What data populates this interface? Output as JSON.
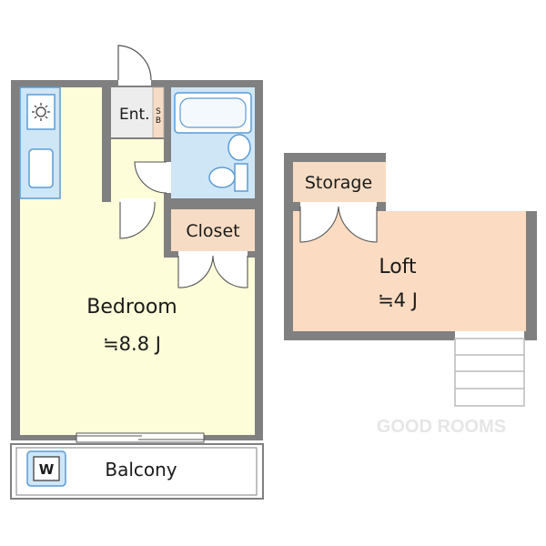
{
  "rooms": {
    "bedroom": {
      "name": "Bedroom",
      "size": "≒8.8 J"
    },
    "entrance": {
      "name": "Ent.",
      "shoe_box": "S\nB"
    },
    "closet": {
      "name": "Closet"
    },
    "balcony": {
      "name": "Balcony"
    },
    "washer": {
      "mark": "W"
    },
    "storage": {
      "name": "Storage"
    },
    "loft": {
      "name": "Loft",
      "size": "≒4 J"
    }
  },
  "watermark": "GOOD ROOMS",
  "colors": {
    "wall": "#808080",
    "bedroom_floor": "#fdfdd9",
    "wet_area": "#cfe6f7",
    "closet_floor": "#f6dcc4",
    "loft_floor": "#fbdcc2",
    "entrance_floor": "#ededed",
    "fixture_stroke": "#5b9bd5"
  }
}
